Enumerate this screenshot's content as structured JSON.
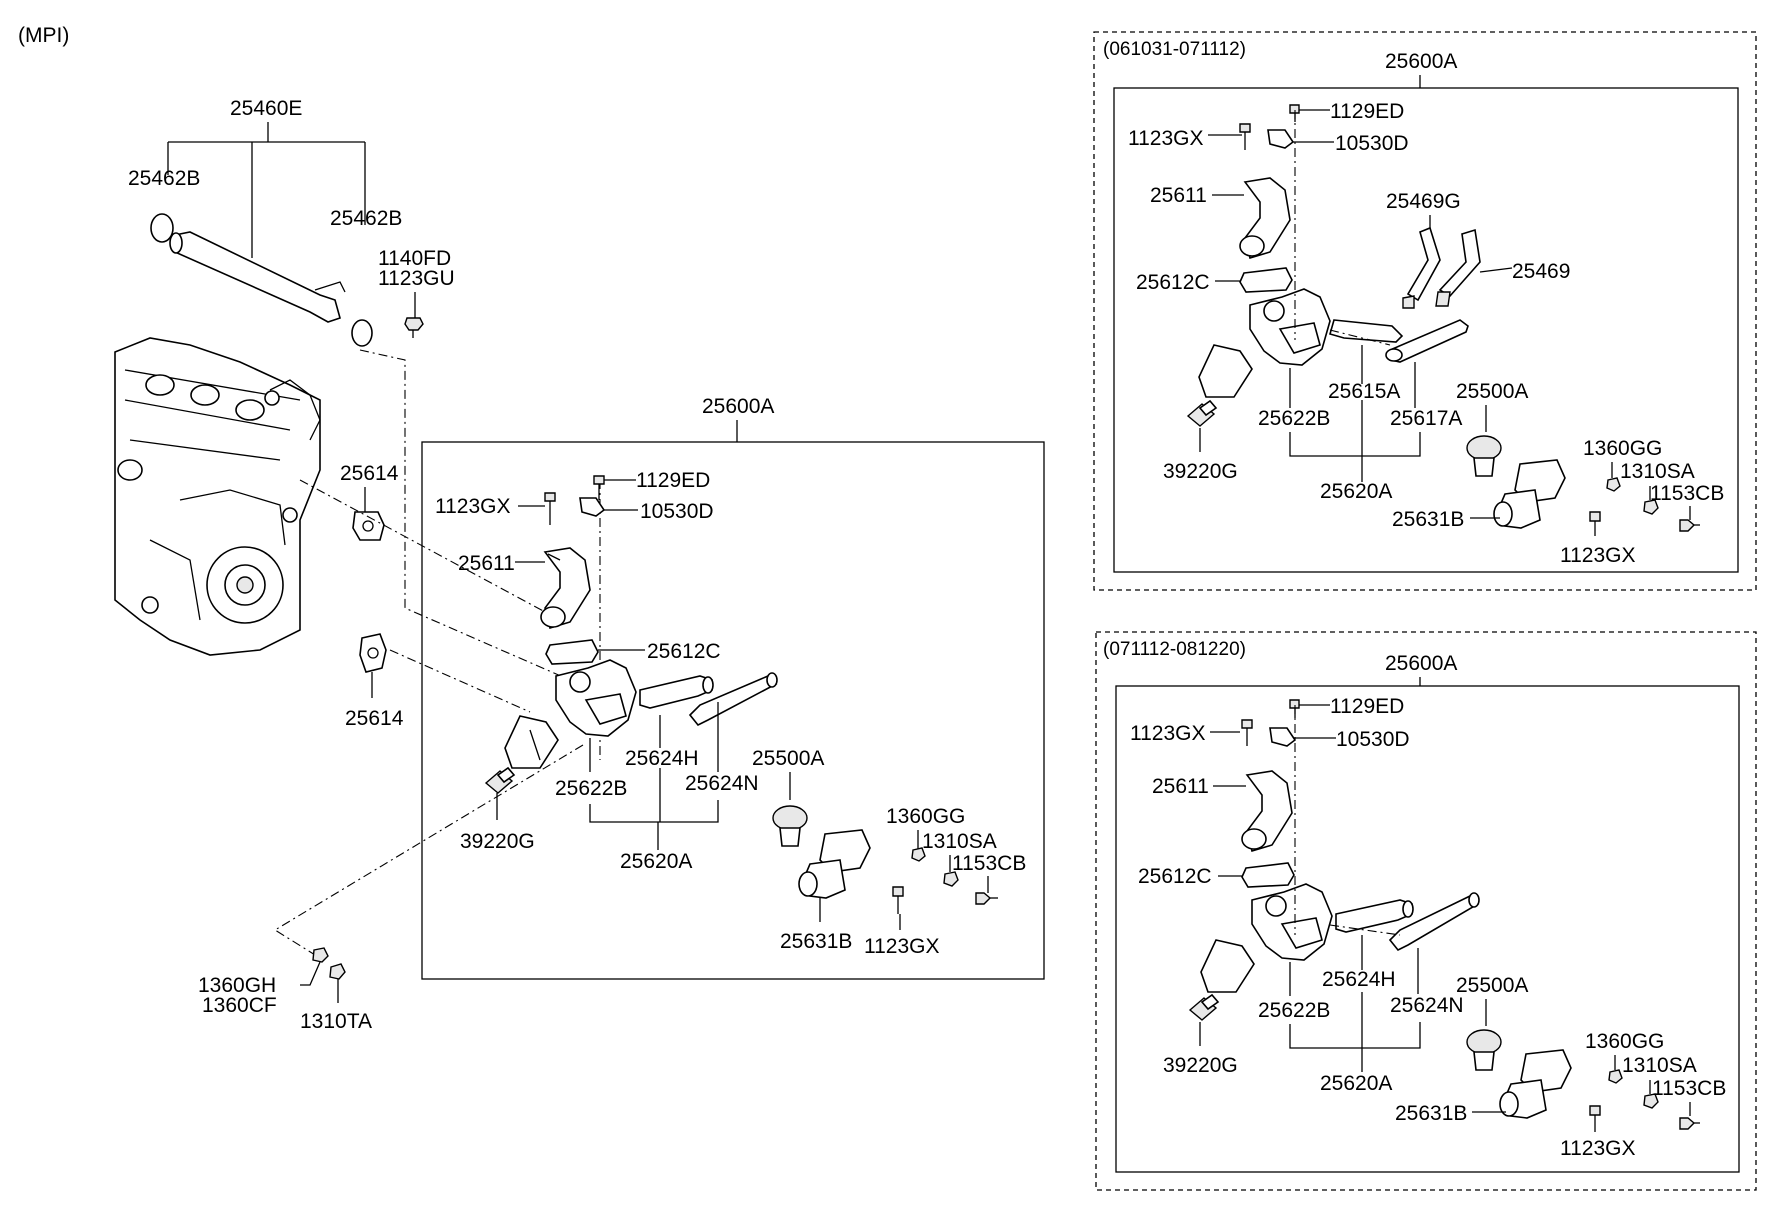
{
  "variant": "(MPI)",
  "main": {
    "labels": {
      "hose_assy": "25460E",
      "ring_left": "25462B",
      "ring_right": "25462B",
      "bolt_a": "1140FD",
      "bolt_b": "1123GU",
      "gasket_top": "25614",
      "gasket_bottom": "25614",
      "sensor": "39220G",
      "nut_a": "1360GH",
      "nut_b": "1360CF",
      "nut_c": "1310TA"
    },
    "assembly": {
      "title": "25600A",
      "bolt_top": "1129ED",
      "bolt_left": "1123GX",
      "bracket": "10530D",
      "pipe": "25611",
      "gasket": "25612C",
      "hose_h": "25624H",
      "housing": "25622B",
      "hose_n": "25624N",
      "housing_assy": "25620A",
      "thermostat": "25500A",
      "nut_gg": "1360GG",
      "nut_sa": "1310SA",
      "bolt_cb": "1153CB",
      "fitting": "25631B",
      "bolt_gx": "1123GX"
    }
  },
  "inset1": {
    "date_range": "(061031-071112)",
    "title": "25600A",
    "bolt_top": "1129ED",
    "bolt_left": "1123GX",
    "bracket": "10530D",
    "pipe": "25611",
    "hose_g": "25469G",
    "gasket": "25612C",
    "hose": "25469",
    "hose_a": "25615A",
    "thermostat": "25500A",
    "housing": "25622B",
    "hose_b": "25617A",
    "sensor": "39220G",
    "nut_gg": "1360GG",
    "nut_sa": "1310SA",
    "bolt_cb": "1153CB",
    "housing_assy": "25620A",
    "fitting": "25631B",
    "bolt_gx": "1123GX"
  },
  "inset2": {
    "date_range": "(071112-081220)",
    "title": "25600A",
    "bolt_top": "1129ED",
    "bolt_left": "1123GX",
    "bracket": "10530D",
    "pipe": "25611",
    "gasket": "25612C",
    "hose_h": "25624H",
    "thermostat": "25500A",
    "housing": "25622B",
    "hose_n": "25624N",
    "sensor": "39220G",
    "nut_gg": "1360GG",
    "nut_sa": "1310SA",
    "bolt_cb": "1153CB",
    "housing_assy": "25620A",
    "fitting": "25631B",
    "bolt_gx": "1123GX"
  }
}
